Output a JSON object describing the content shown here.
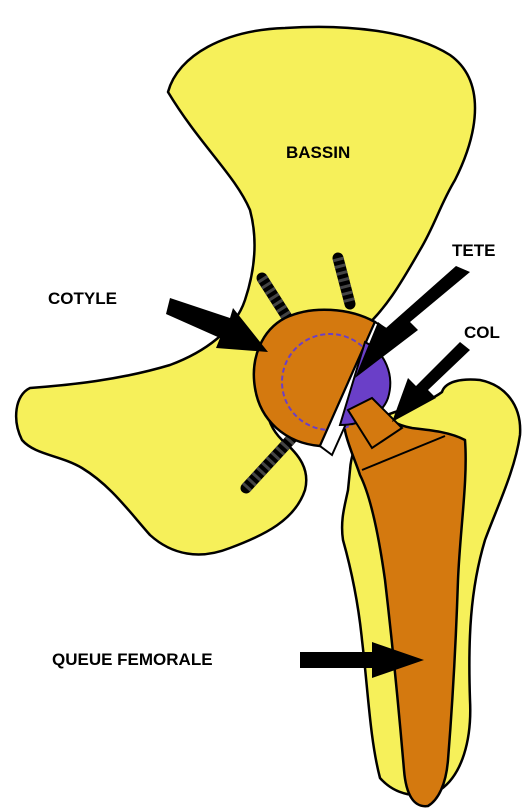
{
  "labels": {
    "bassin": "BASSIN",
    "tete": "TETE",
    "cotyle": "COTYLE",
    "col": "COL",
    "queue_femorale": "QUEUE FEMORALE"
  },
  "colors": {
    "bone": "#f6f05a",
    "implant": "#d4790f",
    "head": "#6a3fc8",
    "outline": "#000000",
    "background": "#ffffff"
  }
}
